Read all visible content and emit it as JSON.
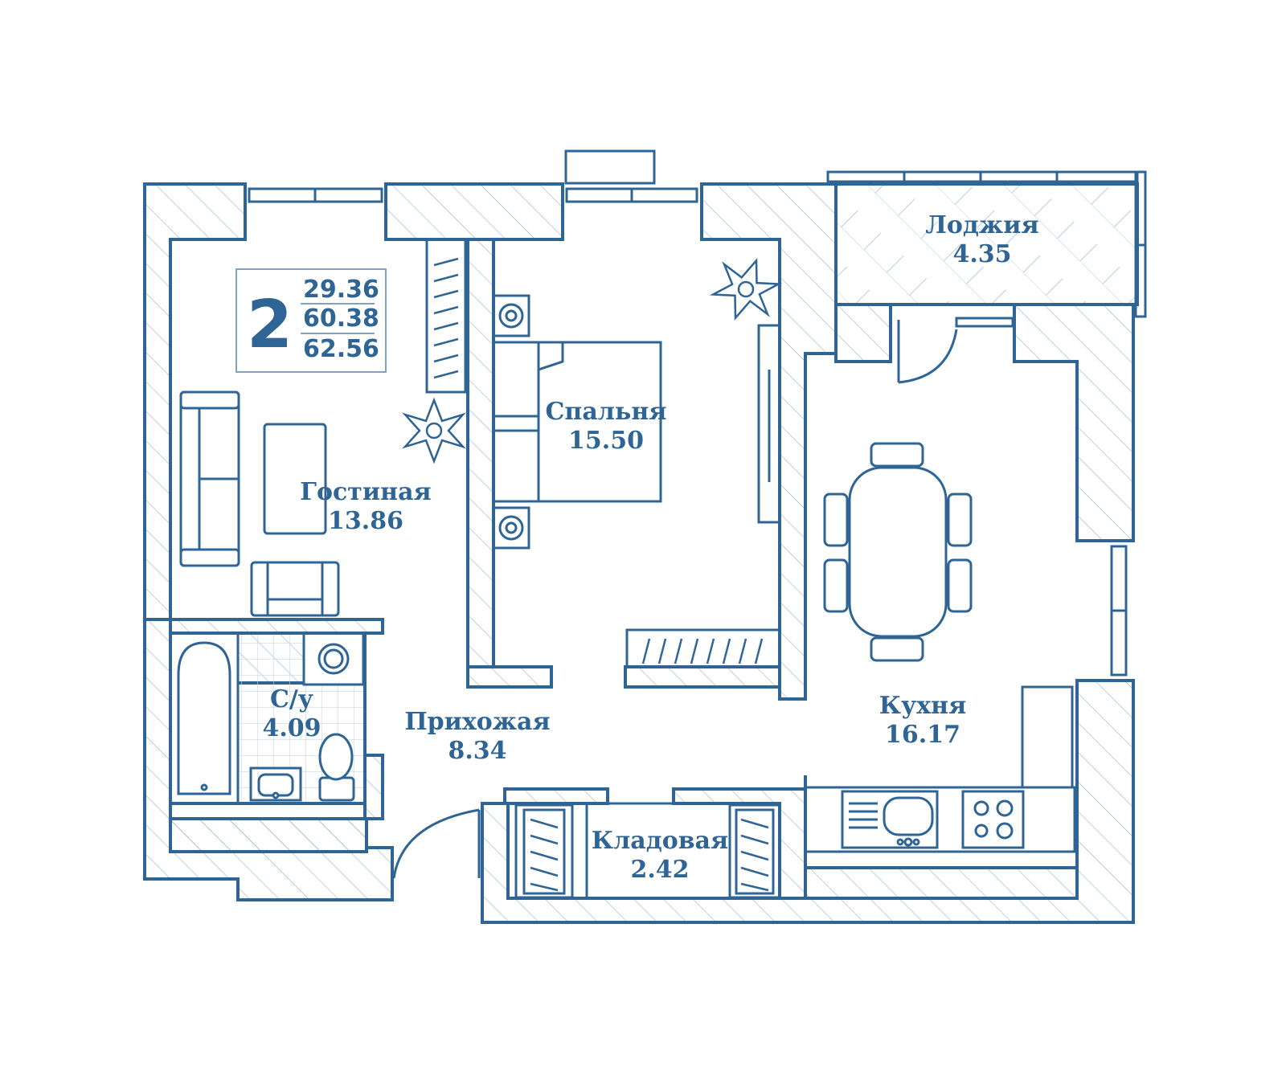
{
  "colors": {
    "line": "#2f6595",
    "hatch": "#7fa3c2",
    "tile": "#c9d8e6",
    "background": "#ffffff"
  },
  "badge": {
    "rooms": "2",
    "living_area": "29.36",
    "total_area": "60.38",
    "area_with_loggia": "62.56"
  },
  "rooms": {
    "living": {
      "name": "Гостиная",
      "area": "13.86"
    },
    "bedroom": {
      "name": "Спальня",
      "area": "15.50"
    },
    "loggia": {
      "name": "Лоджия",
      "area": "4.35"
    },
    "kitchen": {
      "name": "Кухня",
      "area": "16.17"
    },
    "bathroom": {
      "name": "С/у",
      "area": "4.09"
    },
    "hallway": {
      "name": "Прихожая",
      "area": "8.34"
    },
    "storage": {
      "name": "Кладовая",
      "area": "2.42"
    }
  },
  "icons": [
    "plant-icon",
    "sofa-icon",
    "armchair-icon",
    "bed-icon",
    "table-icon",
    "chair-icon",
    "bathtub-icon",
    "sink-icon",
    "toilet-icon",
    "washing-machine-icon",
    "stove-icon",
    "wardrobe-icon",
    "door-icon",
    "window-icon",
    "nightstand-icon"
  ]
}
